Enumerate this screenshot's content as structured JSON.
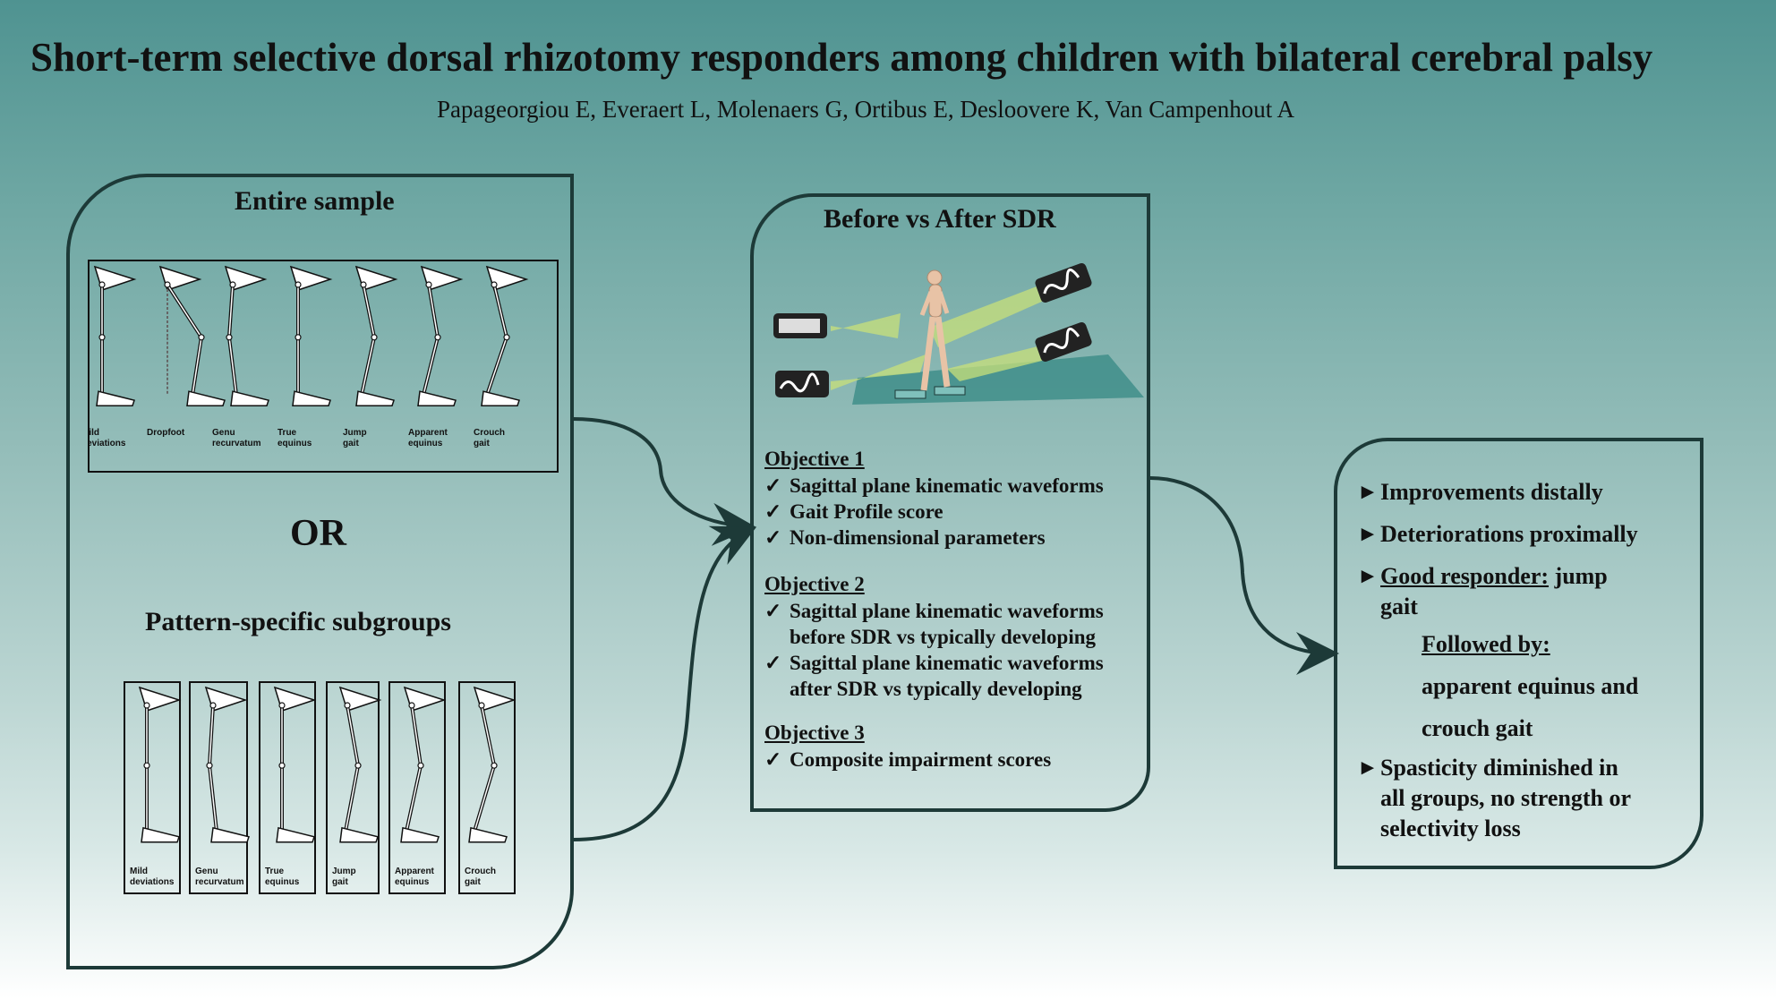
{
  "title": "Short-term selective dorsal rhizotomy responders among children with bilateral cerebral palsy",
  "authors": "Papageorgiou E, Everaert L, Molenaers G, Ortibus E, Desloovere K, Van Campenhout A",
  "left_panel": {
    "heading": "Entire sample",
    "top_patterns": [
      [
        "Mild",
        "deviations"
      ],
      [
        "Dropfoot",
        ""
      ],
      [
        "Genu",
        "recurvatum"
      ],
      [
        "True",
        "equinus"
      ],
      [
        "Jump",
        "gait"
      ],
      [
        "Apparent",
        "equinus"
      ],
      [
        "Crouch",
        "gait"
      ]
    ],
    "or_label": "OR",
    "subgroups_heading": "Pattern-specific subgroups",
    "bottom_patterns": [
      [
        "Mild",
        "deviations"
      ],
      [
        "Genu",
        "recurvatum"
      ],
      [
        "True",
        "equinus"
      ],
      [
        "Jump",
        "gait"
      ],
      [
        "Apparent",
        "equinus"
      ],
      [
        "Crouch",
        "gait"
      ]
    ]
  },
  "middle_panel": {
    "heading": "Before vs After SDR",
    "objectives": [
      {
        "title": "Objective 1",
        "items": [
          [
            "Sagittal plane kinematic waveforms"
          ],
          [
            "Gait Profile score"
          ],
          [
            "Non-dimensional parameters"
          ]
        ]
      },
      {
        "title": "Objective 2",
        "items": [
          [
            "Sagittal plane kinematic waveforms",
            "before SDR vs typically  developing"
          ],
          [
            "Sagittal plane kinematic waveforms",
            "after SDR vs typically developing"
          ]
        ]
      },
      {
        "title": "Objective 3",
        "items": [
          [
            "Composite impairment scores"
          ]
        ]
      }
    ],
    "check": "✓"
  },
  "right_panel": {
    "marker": "►",
    "r1": "Improvements distally",
    "r2": "Deteriorations proximally",
    "r3_underlined": "Good responder:",
    "r3_rest": " jump",
    "r3_line2": "gait",
    "followed_by": "Followed by:",
    "f1": "apparent equinus and",
    "f2": "crouch gait",
    "r4_line1": "Spasticity diminished in",
    "r4_line2": "all groups, no strength or",
    "r4_line3": "selectivity loss"
  },
  "colors": {
    "border": "#1d3a38",
    "arrow": "#1d3a38",
    "floor": "#3f8e8a",
    "beam": "#c8e07a"
  }
}
